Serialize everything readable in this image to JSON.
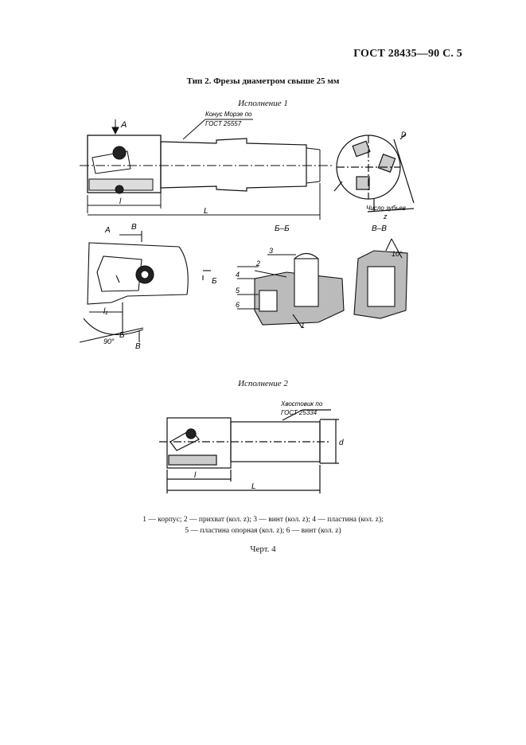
{
  "header": {
    "doc_ref": "ГОСТ 28435—90 С. 5"
  },
  "section": {
    "title": "Тип 2.  Фрезы диаметром свыше 25 мм"
  },
  "variant1": {
    "label": "Исполнение 1",
    "callout_taper": "Конус  Морзе по",
    "callout_taper_std": "ГОСТ  25557",
    "view_a": "A",
    "dim_l_small": "l",
    "dim_L": "L",
    "dim_D": "D",
    "teeth_label": "Число зубьев",
    "teeth_symbol": "z",
    "section_bb": "Б–Б",
    "section_vv": "В–В",
    "cut_b": "Б",
    "cut_v": "В",
    "angle_10": "10°",
    "angle_90": "90°",
    "dim_l1": "l₁",
    "parts": [
      "1",
      "2",
      "3",
      "4",
      "5",
      "6"
    ]
  },
  "variant2": {
    "label": "Исполнение 2",
    "callout_shank": "Хвостовик  по",
    "callout_shank_std": "ГОСТ  25334",
    "dim_d": "d",
    "dim_l_small": "l",
    "dim_L": "L"
  },
  "legend": {
    "line1": "1 — корпус; 2 — прихват (кол. z); 3 — винт (кол. z); 4 — пластина (кол. z);",
    "line2": "5 — пластина опорная (кол. z); 6 — винт (кол. z)"
  },
  "caption": "Черт. 4"
}
